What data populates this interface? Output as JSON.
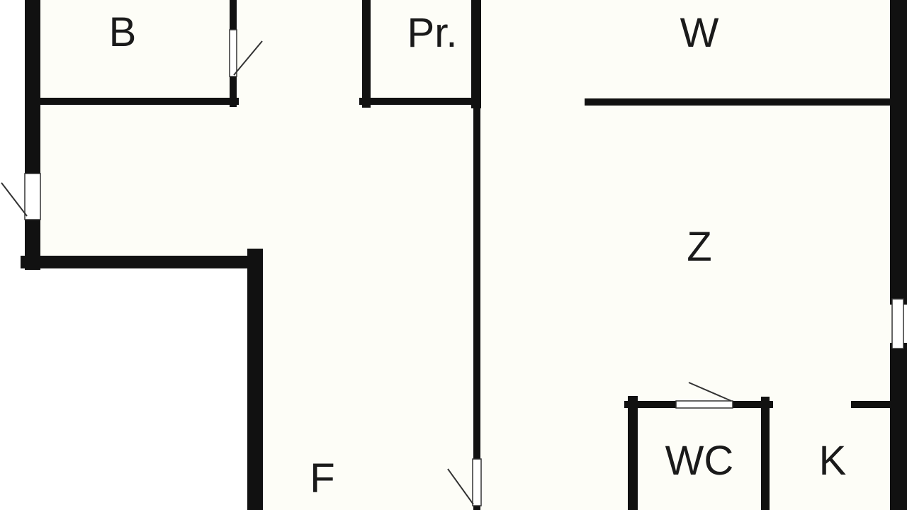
{
  "colors": {
    "interior": "#fdfdf7",
    "exterior": "#ffffff",
    "wall": "#111111",
    "door_stroke": "#333333",
    "window_fill": "#ffffff"
  },
  "rooms": {
    "bathroom": {
      "label": "B"
    },
    "pantry": {
      "label": "Pr."
    },
    "living": {
      "label": "W"
    },
    "main_room": {
      "label": "Z"
    },
    "toilet": {
      "label": "WC"
    },
    "kitchen": {
      "label": "K"
    },
    "hall": {
      "label": "F"
    }
  }
}
